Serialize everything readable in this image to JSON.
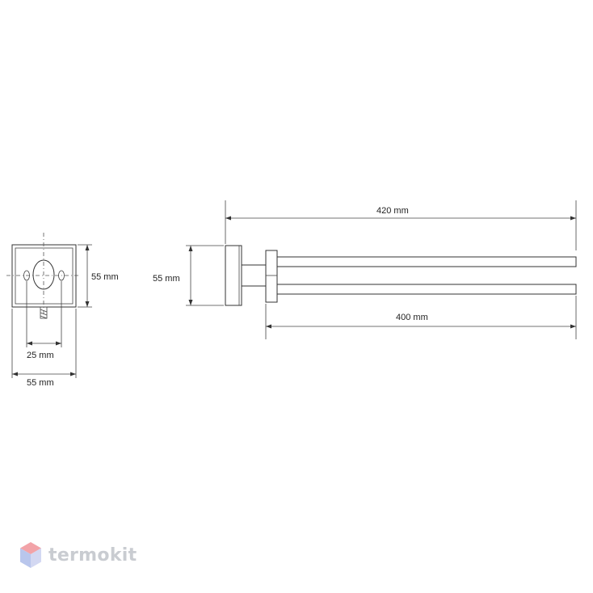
{
  "dimensions": {
    "front_height": "55 mm",
    "front_hole_spacing": "25 mm",
    "front_width": "55 mm",
    "side_total_length": "420 mm",
    "side_height": "55 mm",
    "side_bar_length": "400 mm"
  },
  "watermark": {
    "brand": "termokit",
    "icon": "hexagon-cube-icon",
    "colors": [
      "#f2a3a8",
      "#b9c6ec",
      "#d3d8f2"
    ]
  },
  "colors": {
    "line": "#333333",
    "text": "#222222",
    "watermark_text": "#c9ccd1"
  }
}
